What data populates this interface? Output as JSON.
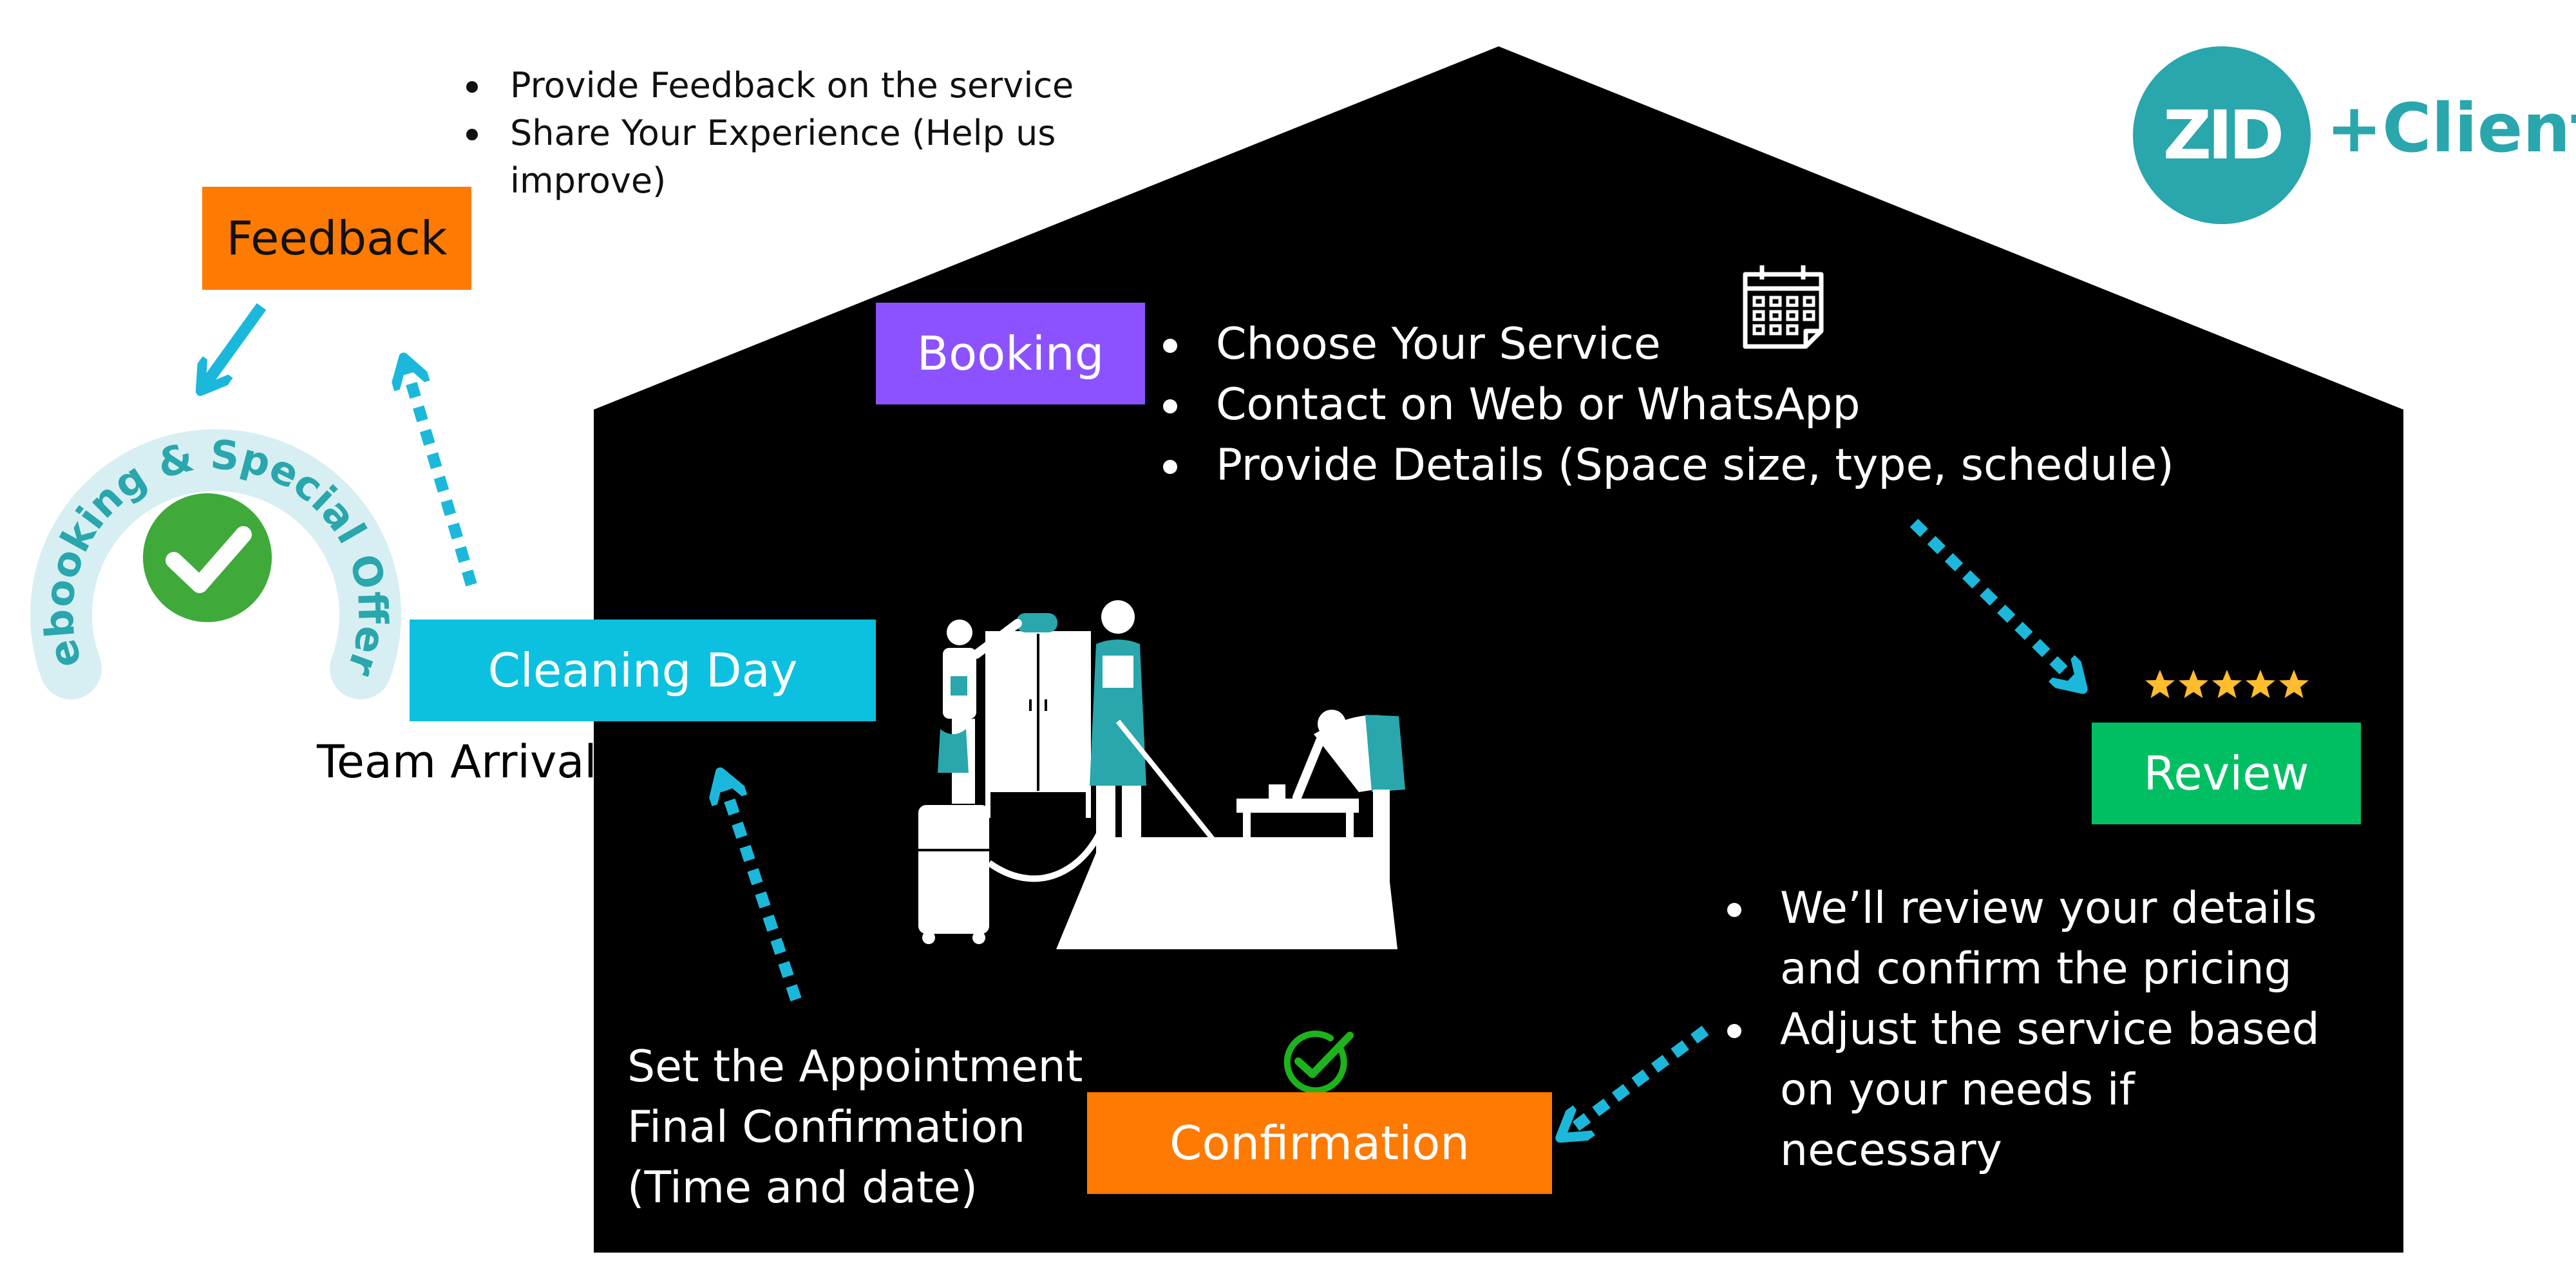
{
  "brand": {
    "logo_text": "ZID",
    "suffix": "+Client",
    "color": "#2AA6AD"
  },
  "stages": {
    "booking": {
      "label": "Booking",
      "color": "#8C52FF",
      "items": [
        "Choose Your Service",
        "Contact on Web or WhatsApp",
        "Provide Details (Space size, type, schedule)"
      ]
    },
    "review": {
      "label": "Review",
      "color": "#00BF63",
      "rating_stars": 5,
      "items": [
        "We’ll review your details and confirm the pricing",
        "Adjust the service based on your needs if necessary"
      ]
    },
    "confirmation": {
      "label": "Confirmation",
      "color": "#FF7A00",
      "note": "Set the Appointment\nFinal Confirmation\n(Time and date)"
    },
    "cleaning_day": {
      "label": "Cleaning Day",
      "color": "#0CC0DF",
      "note": "Team Arrival"
    },
    "feedback": {
      "label": "Feedback",
      "color": "#FF7A00",
      "items": [
        "Provide Feedback on the service",
        "Share Your Experience (Help us improve)"
      ]
    },
    "rebooking": {
      "label": "Rebooking & Special Offers",
      "arc_color": "#2AA6AD",
      "check_color": "#3FAA3A"
    }
  },
  "colors": {
    "house": "#000000",
    "arrow": "#1BB8DC",
    "accent_teal": "#2AA6AD",
    "star": "#FFBD2E"
  },
  "icons": {
    "calendar": "calendar-icon",
    "stars": "star-icon",
    "confirm_check": "check-circle-icon",
    "rebook_check": "check-circle-icon",
    "illustration": "cleaning-team-illustration"
  }
}
